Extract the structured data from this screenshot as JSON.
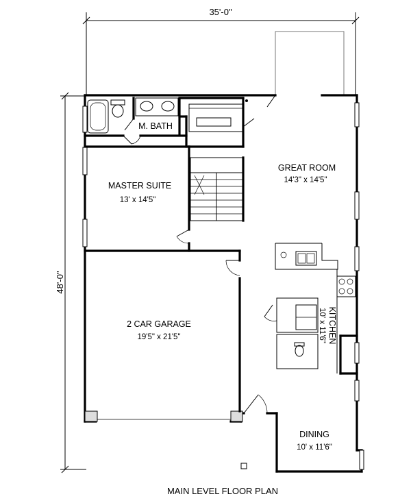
{
  "dimensions": {
    "width_label": "35'-0\"",
    "depth_label": "48'-0\""
  },
  "rooms": {
    "master_bath": {
      "name": "M. BATH"
    },
    "master_suite": {
      "name": "MASTER SUITE",
      "size": "13' x 14'5\""
    },
    "great_room": {
      "name": "GREAT ROOM",
      "size": "14'3\" x 14'5\""
    },
    "garage": {
      "name": "2 CAR GARAGE",
      "size": "19'5\" x 21'5\""
    },
    "kitchen": {
      "name": "KITCHEN",
      "size": "10' x 11'6\""
    },
    "dining": {
      "name": "DINING",
      "size": "10' x 11'6\""
    }
  },
  "caption": "MAIN LEVEL FLOOR PLAN"
}
